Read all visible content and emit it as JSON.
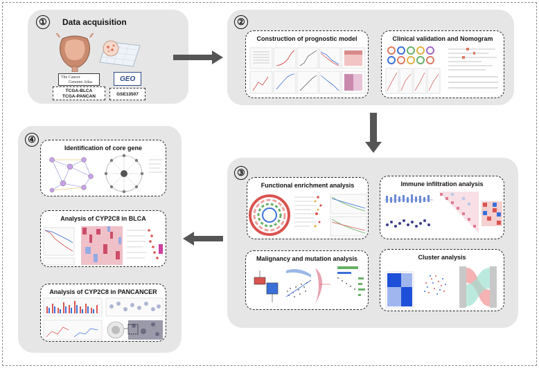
{
  "steps": [
    {
      "number": "①",
      "title": "Data acquisition"
    },
    {
      "number": "②"
    },
    {
      "number": "③"
    },
    {
      "number": "④"
    }
  ],
  "acquisition": {
    "tcga_logo_line1": "The Cancer",
    "tcga_logo_line2": "Genome Atlas",
    "tcga_label_line1": "TCGA-BLCA",
    "tcga_label_line2": "TCGA-PANCAN",
    "geo_logo": "GEO",
    "geo_label": "GSE13507"
  },
  "cards": {
    "prognostic_model": "Construction of prognostic model",
    "clinical_validation": "Clinical validation and Nomogram",
    "functional_enrichment": "Functional enrichment analysis",
    "immune_infiltration": "Immune infiltration analysis",
    "malignancy_mutation": "Malignancy and mutation analysis",
    "cluster": "Cluster analysis",
    "core_gene": "Identification of core gene",
    "cyp2c8_blca": "Analysis of CYP2C8 in BLCA",
    "cyp2c8_pancancer": "Analysis of CYP2C8 in PANCANCER"
  },
  "colors": {
    "panel": "#e6e6e6",
    "arrow": "#555555",
    "bladder": "#c98a6e",
    "heat_red": "#d9534f",
    "heat_blue": "#3a6fd8"
  }
}
